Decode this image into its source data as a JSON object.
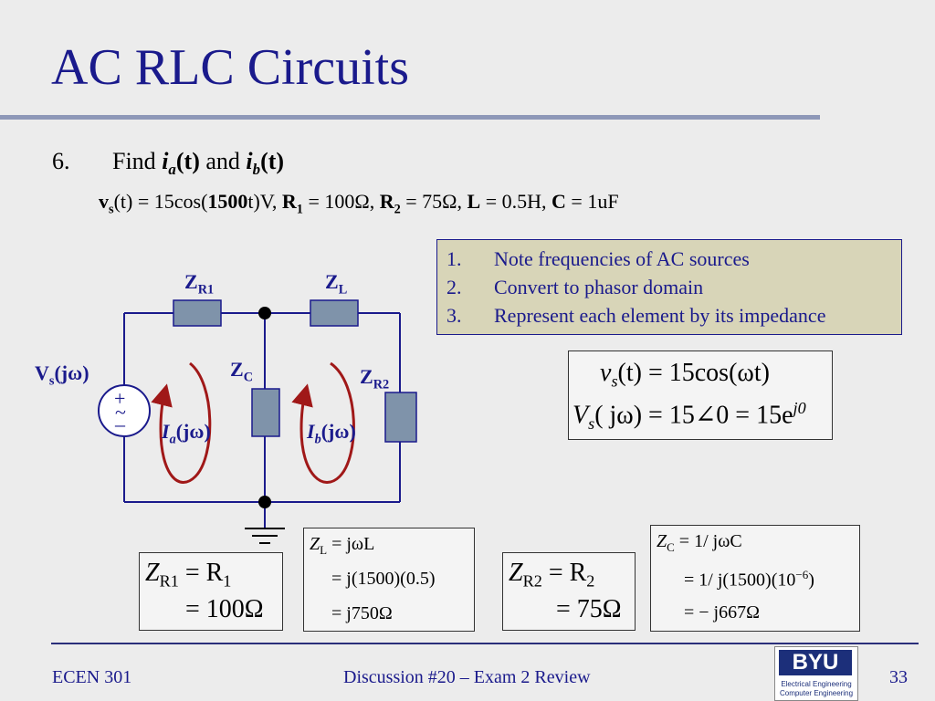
{
  "slide": {
    "title": "AC RLC Circuits",
    "number": "33"
  },
  "problem": {
    "number": "6.",
    "find_text": "Find",
    "and_text": "and",
    "ia": "i",
    "ia_sub": "a",
    "ib": "i",
    "ib_sub": "b",
    "arg": "(t)",
    "given": {
      "vs_label": "v",
      "vs_sub": "s",
      "vs_eq": "(t) = 15cos(",
      "vs_freq": "1500",
      "vs_tail": "t)V,",
      "r1_label": "R",
      "r1_sub": "1",
      "r1_val": "= 100Ω,",
      "r2_label": "R",
      "r2_sub": "2",
      "r2_val": "= 75Ω,",
      "l_label": "L",
      "l_val": "= 0.5H,",
      "c_label": "C",
      "c_val": "= 1uF"
    }
  },
  "steps": [
    {
      "num": "1.",
      "text": "Note frequencies of AC sources"
    },
    {
      "num": "2.",
      "text": "Convert to phasor domain"
    },
    {
      "num": "3.",
      "text": "Represent each element by its impedance"
    }
  ],
  "circuit": {
    "zr1": "Z",
    "zr1_sub": "R1",
    "zl": "Z",
    "zl_sub": "L",
    "zc": "Z",
    "zc_sub": "C",
    "zr2": "Z",
    "zr2_sub": "R2",
    "vs": "V",
    "vs_sub": "s",
    "vs_arg": "(jω)",
    "ia": "I",
    "ia_sub": "a",
    "ia_arg": "(jω)",
    "ib": "I",
    "ib_sub": "b",
    "ib_arg": "(jω)",
    "source_plus": "+",
    "source_tilde": "~",
    "source_minus": "–"
  },
  "equations": {
    "vs_time": {
      "lhs": "v",
      "sub": "s",
      "arg": "(t)",
      "rhs": "= 15cos(ωt)"
    },
    "vs_phasor": {
      "lhs": "V",
      "sub": "s",
      "arg": "( jω)",
      "rhs": "= 15∠0 = 15e",
      "exp": "j0"
    },
    "zr1": {
      "l1_lhs": "Z",
      "l1_sub": "R1",
      "l1_rhs": "= R",
      "l1_rsub": "1",
      "l2": "= 100Ω"
    },
    "zl": {
      "l1_lhs": "Z",
      "l1_sub": "L",
      "l1_rhs": "= jωL",
      "l2": "= j(1500)(0.5)",
      "l3": "= j750Ω"
    },
    "zr2": {
      "l1_lhs": "Z",
      "l1_sub": "R2",
      "l1_rhs": "= R",
      "l1_rsub": "2",
      "l2": "= 75Ω"
    },
    "zc": {
      "l1_lhs": "Z",
      "l1_sub": "C",
      "l1_rhs": "= 1/ jωC",
      "l2": "= 1/ j(1500)(10",
      "l2_exp": "−6",
      "l2_tail": ")",
      "l3": "= − j667Ω"
    }
  },
  "footer": {
    "course": "ECEN 301",
    "center": "Discussion #20 – Exam 2 Review",
    "logo_text": "BYU",
    "logo_line1": "Electrical Engineering",
    "logo_line2": "Computer Engineering"
  },
  "colors": {
    "title": "#1a1a8c",
    "resistor": "#7f93aa",
    "loop_arrow": "#a01818",
    "steps_bg": "#d8d5b8"
  }
}
